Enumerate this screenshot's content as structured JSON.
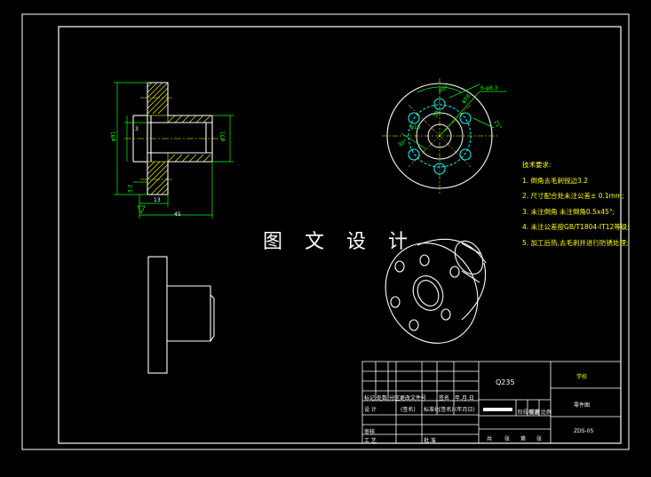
{
  "watermark": "图 文 设 计",
  "notes": {
    "title": "技术要求:",
    "items": [
      "1. 倒角去毛刺锐边3.2",
      "2. 尺寸配合处未注公差± 0.1mm;",
      "3. 未注倒角 未注倒角0.5x45°;",
      "4. 未注公差按GB/T1804-IT12等级;",
      "5. 加工后热,去毛刺并进行防锈处理;"
    ]
  },
  "dimensions": {
    "length": "45",
    "flange_thickness": "13",
    "chamfer": "3",
    "chamfer_angle": "3.2",
    "od_left": "φ91",
    "od_right": "φ31",
    "bolt_circle": "φ58",
    "inner_small": "φ16",
    "holes": "6-φ8.3",
    "angle_top": "60°",
    "spacing": "30°",
    "angle_left": "30°",
    "angle_right": "21°"
  },
  "title_block": {
    "material": "Q235",
    "org": "学校",
    "part_name": "零件图",
    "drawing_no": "ZDS-05",
    "row_labels": [
      "标记",
      "处数",
      "分区",
      "更改文件号",
      "签名",
      "年.月.日"
    ],
    "design": "设 计",
    "std": "标准化",
    "check": "审核",
    "process": "工 艺",
    "approve": "批 准",
    "stage_labels": [
      "阶段标记",
      "重量",
      "比例"
    ],
    "sheet_labels": [
      "共",
      "张",
      "第",
      "张"
    ],
    "sign_placeholder": "(签名)",
    "date_placeholder": "(年月日)"
  },
  "colors": {
    "background": "#000000",
    "line": "#ffffff",
    "dimension": "#00ff00",
    "centerline": "#ffff00",
    "hatch": "#ffff00",
    "holes": "#00ffff",
    "notes": "#ffff00"
  }
}
